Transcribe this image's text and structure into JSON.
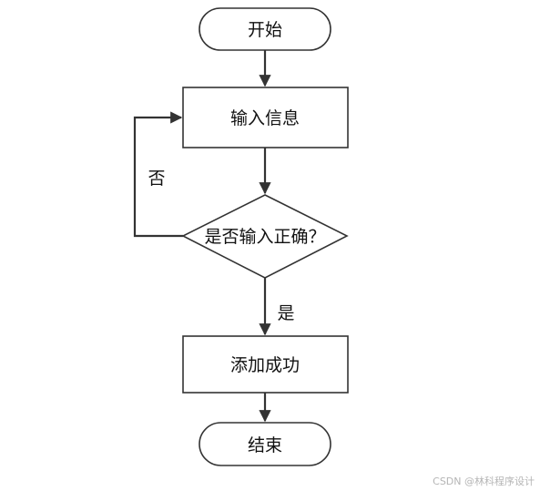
{
  "nodes": {
    "start": "开始",
    "input_info": "输入信息",
    "check_input": "是否输入正确？",
    "add_success": "添加成功",
    "end": "结束"
  },
  "edges": {
    "no_label": "否",
    "yes_label": "是"
  },
  "watermark": "CSDN @林科程序设计"
}
